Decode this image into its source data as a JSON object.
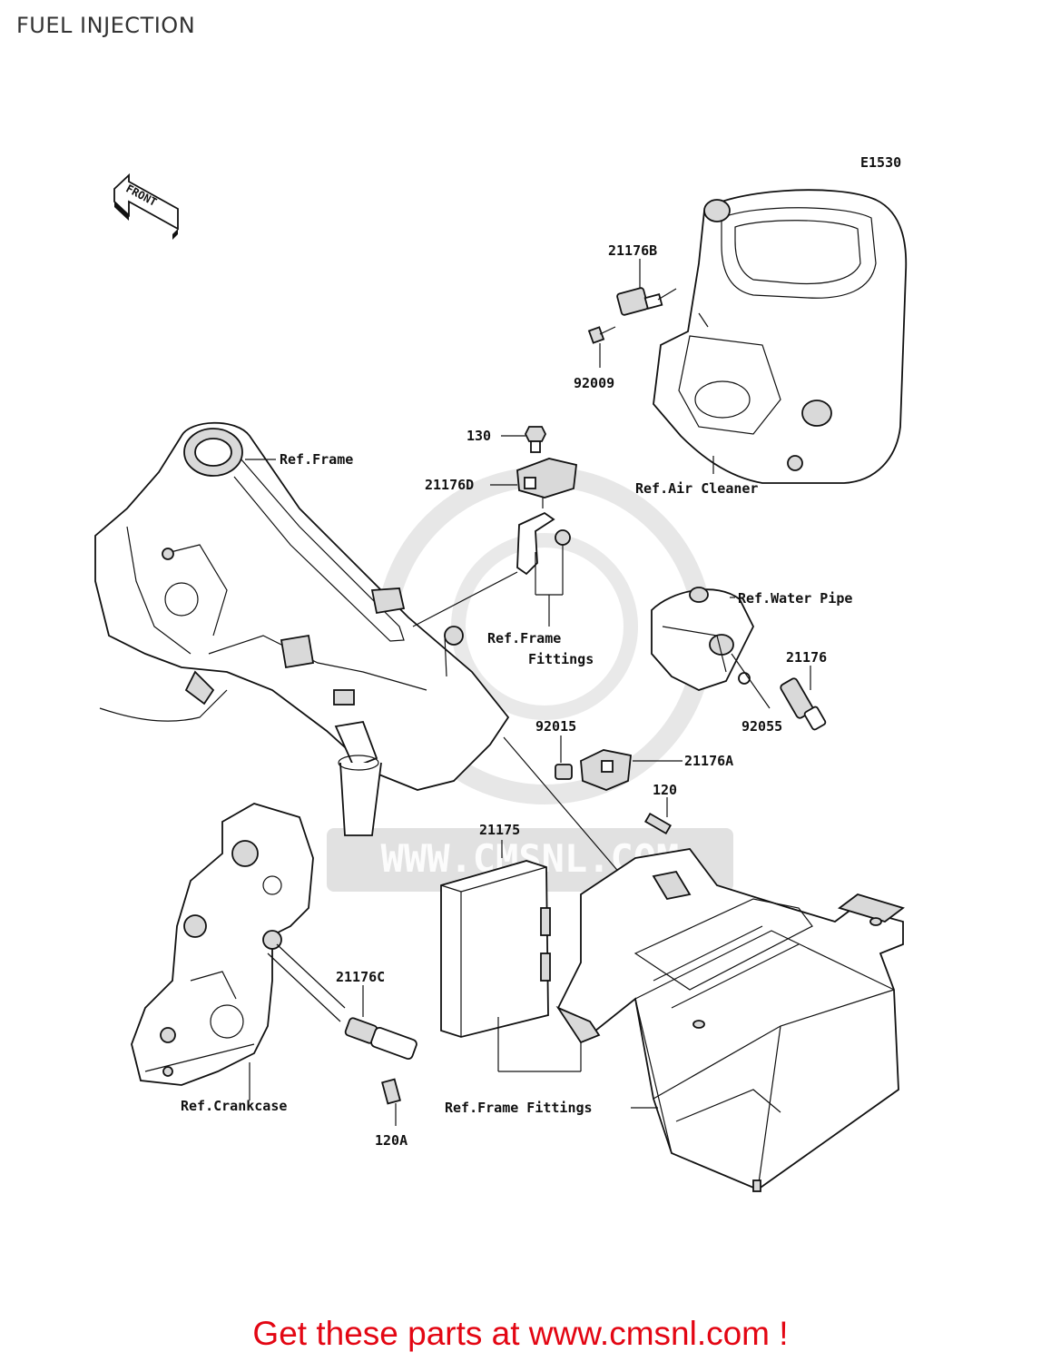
{
  "header": {
    "title": "FUEL INJECTION"
  },
  "diagram": {
    "code": "E1530",
    "front_arrow": "FRONT",
    "watermark": "WWW.CMSNL.COM",
    "labels": {
      "p21176B": "21176B",
      "p92009": "92009",
      "p130": "130",
      "p21176D": "21176D",
      "p21176": "21176",
      "p92055": "92055",
      "p92015": "92015",
      "p21176A": "21176A",
      "p120": "120",
      "p21175": "21175",
      "p21176C": "21176C",
      "p120A": "120A",
      "ref_frame": "Ref.Frame",
      "ref_air_cleaner": "Ref.Air Cleaner",
      "ref_water_pipe": "Ref.Water Pipe",
      "ref_frame_fittings_1": "Ref.Frame",
      "ref_frame_fittings_2": "Fittings",
      "ref_crankcase": "Ref.Crankcase",
      "ref_frame_fittings_bottom": "Ref.Frame Fittings"
    }
  },
  "footer": {
    "text": "Get these parts at www.cmsnl.com !"
  },
  "colors": {
    "footer": "#e30613",
    "ink": "#111111"
  }
}
